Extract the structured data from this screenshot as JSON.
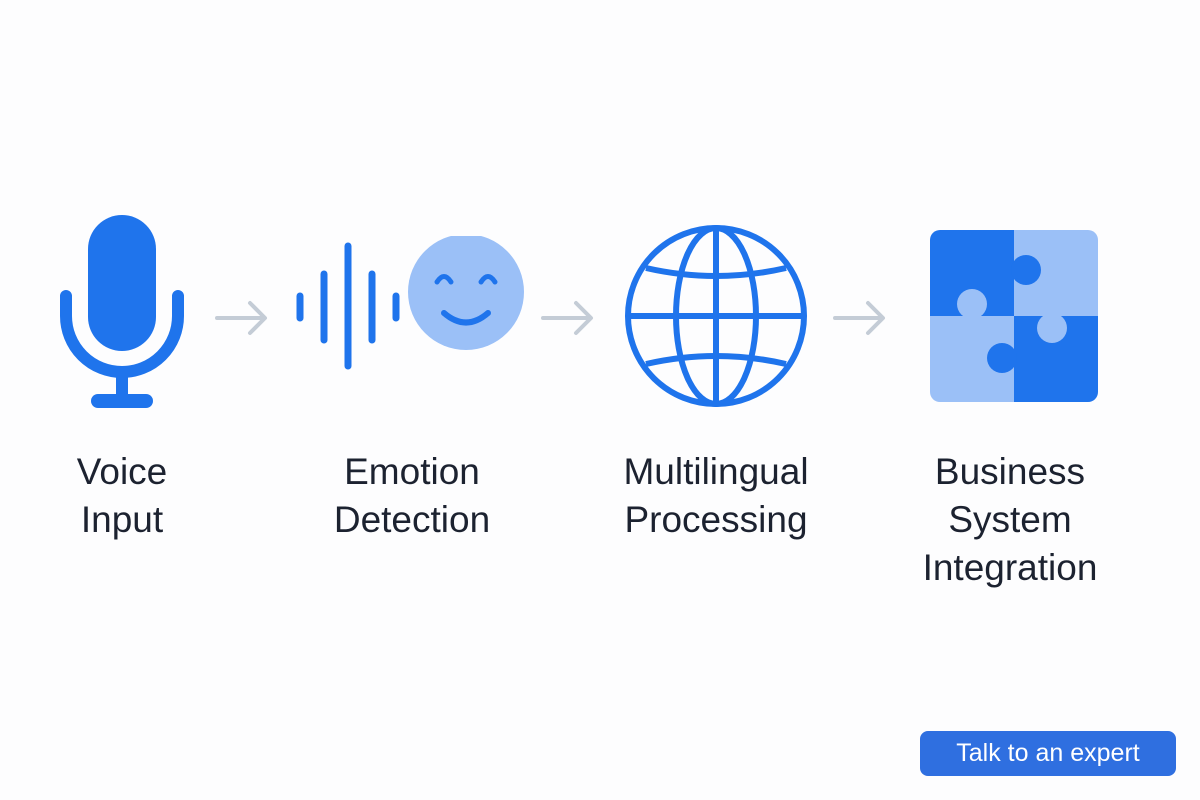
{
  "steps": [
    {
      "icon": "microphone-icon",
      "line1": "Voice",
      "line2": "Input"
    },
    {
      "icon": "waveform-smiley-icon",
      "line1": "Emotion",
      "line2": "Detection"
    },
    {
      "icon": "globe-icon",
      "line1": "Multilingual",
      "line2": "Processing"
    },
    {
      "icon": "puzzle-icon",
      "line1": "Business",
      "line2": "System",
      "line3": "Integration"
    }
  ],
  "cta": {
    "label": "Talk to an expert"
  },
  "colors": {
    "primary_blue": "#1f74ec",
    "light_blue": "#9bc0f7",
    "arrow_gray": "#c4ccd6",
    "text_dark": "#1c2230",
    "button_blue": "#2f6fe0"
  }
}
